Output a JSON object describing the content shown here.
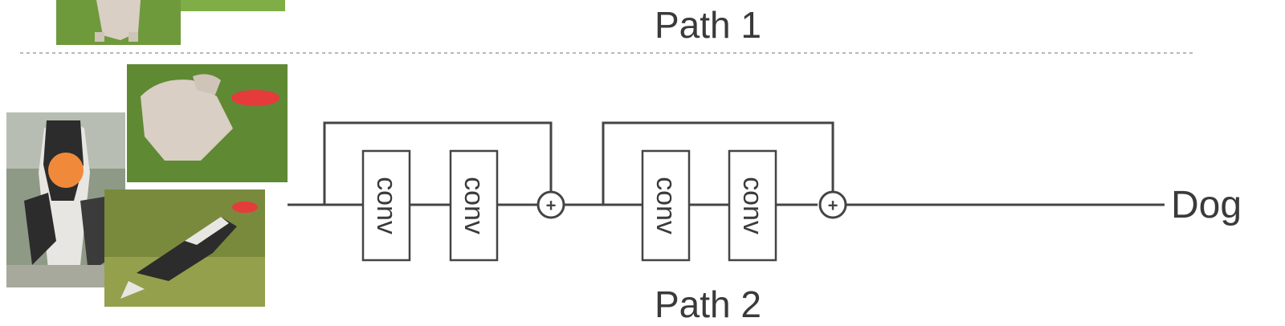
{
  "path1_label": "Path 1",
  "path2_label": "Path 2",
  "output_label": "Dog",
  "block_label": "conv",
  "plus_symbol": "+",
  "colors": {
    "line": "#444444",
    "divider": "#b9b9b9",
    "grass": "#6f9a3c",
    "grass_dark": "#5a7f2e",
    "dog_light": "#d9cfc4",
    "dog_dark": "#2c2c2c",
    "frisbee": "#e53b3b",
    "ball": "#f08a3a"
  }
}
